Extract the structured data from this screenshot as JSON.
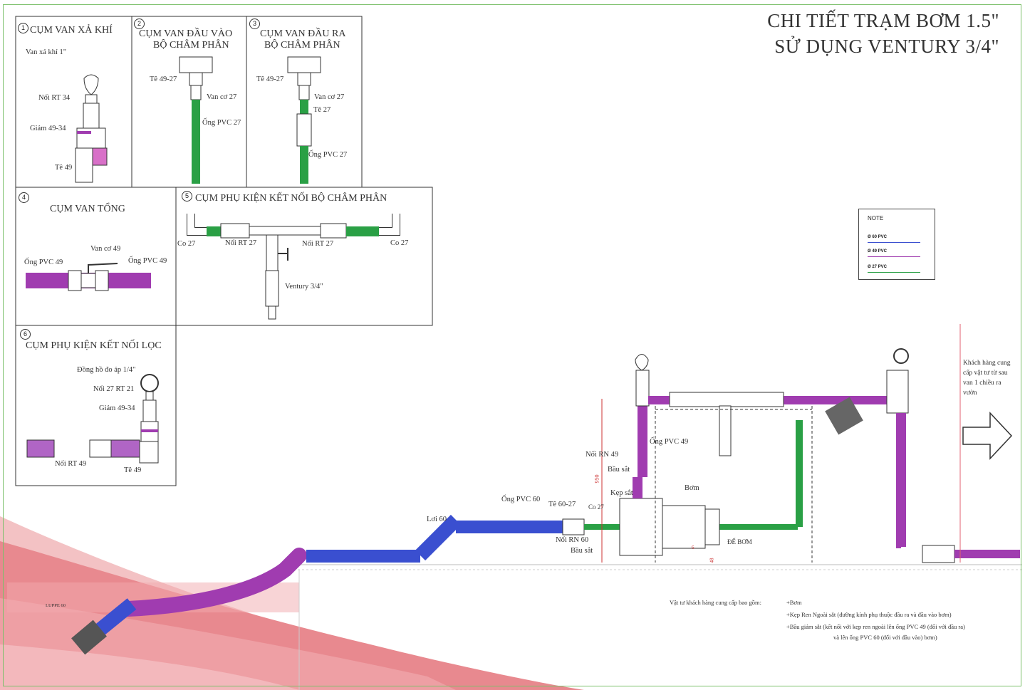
{
  "title": {
    "line1": "CHI TIẾT TRẠM BƠM 1.5\"",
    "line2": "SỬ DỤNG VENTURY 3/4\""
  },
  "panels": [
    {
      "num": "1",
      "title": "CỤM VAN XẢ KHÍ",
      "labels": [
        "Van xả khí 1\"",
        "Nối RT 34",
        "Giảm 49-34",
        "Tê 49"
      ]
    },
    {
      "num": "2",
      "title1": "CỤM VAN ĐẦU VÀO",
      "title2": "BỘ CHÂM PHÂN",
      "labels": [
        "Tê 49-27",
        "Van cơ 27",
        "Ống PVC 27"
      ]
    },
    {
      "num": "3",
      "title1": "CỤM VAN ĐẦU RA",
      "title2": "BỘ CHÂM PHÂN",
      "labels": [
        "Tê 49-27",
        "Van cơ 27",
        "Tê 27",
        "Ống PVC 27"
      ]
    },
    {
      "num": "4",
      "title": "CỤM VAN TỔNG",
      "labels": [
        "Van cơ 49",
        "Ống PVC 49",
        "Ống PVC 49"
      ]
    },
    {
      "num": "5",
      "title": "CỤM PHỤ KIỆN KẾT NỐI BỘ CHÂM PHÂN",
      "labels": [
        "Co 27",
        "Nối RT 27",
        "Nối RT 27",
        "Co 27",
        "Ventury 3/4\""
      ]
    },
    {
      "num": "6",
      "title": "CỤM PHỤ KIỆN KẾT NỐI LỌC",
      "labels": [
        "Đồng hồ đo áp 1/4\"",
        "Nối 27 RT 21",
        "Giảm 49-34",
        "Nối RT 49",
        "Tê 49"
      ]
    }
  ],
  "note": {
    "heading": "NOTE",
    "items": [
      {
        "label": "Ø 60 PVC",
        "color": "#3a4fd0"
      },
      {
        "label": "Ø 49 PVC",
        "color": "#a03cb0"
      },
      {
        "label": "Ø 27 PVC",
        "color": "#2aa045"
      }
    ]
  },
  "main_labels": {
    "noi_rn_49": "Nối RN 49",
    "ong_pvc_49": "Ống PVC 49",
    "bau_sat_top": "Bầu sắt",
    "kep_sat": "Kẹp sắt",
    "bom": "Bơm",
    "ong_pvc_60": "Ống PVC 60",
    "te_60_27": "Tê 60-27",
    "co_27": "Co 27",
    "loi_60": "Lơi 60",
    "noi_rn_60": "Nối RN 60",
    "bau_sat_bottom": "Bầu sắt",
    "de_bom": "ĐẾ BƠM",
    "luppe_60": "LUPPE 60",
    "dim_950": "950",
    "dim_48": "48",
    "dim_6": "6"
  },
  "customer_note": "Khách hàng cung cấp vật tư từ sau van 1 chiều ra vườn",
  "supply": {
    "intro": "Vật tư khách hàng cung cấp bao gồm:",
    "items": [
      "+Bơm",
      "+Kẹp Ren Ngoài sắt (đường kính phụ thuộc đầu ra và đầu vào bơm)",
      "+Bầu giảm sắt (kết nối với kẹp ren ngoài lên ống PVC 49 (đối với đầu ra)",
      "và lên ống PVC 60 (đối với đầu vào) bơm)"
    ]
  },
  "colors": {
    "pvc60": "#3a4fd0",
    "pvc49": "#a03cb0",
    "pvc27": "#2aa045",
    "frame": "#7bbf6a",
    "decor": "#e88f93"
  }
}
